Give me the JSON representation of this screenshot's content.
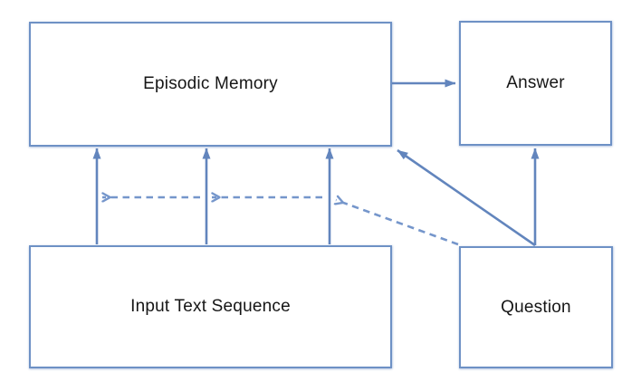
{
  "diagram": {
    "background": "#ffffff",
    "nodes": [
      {
        "id": "episodic-memory",
        "label": "Episodic Memory"
      },
      {
        "id": "answer",
        "label": "Answer"
      },
      {
        "id": "input-text-sequence",
        "label": "Input Text Sequence"
      },
      {
        "id": "question",
        "label": "Question"
      }
    ],
    "edges": [
      {
        "from": "input-text-sequence",
        "to": "episodic-memory",
        "style": "solid",
        "direction": "up",
        "count": 3
      },
      {
        "from": "episodic-memory",
        "to": "answer",
        "style": "solid",
        "direction": "right",
        "count": 1
      },
      {
        "from": "question",
        "to": "answer",
        "style": "solid",
        "direction": "up",
        "count": 1
      },
      {
        "from": "question",
        "to": "episodic-memory",
        "style": "solid",
        "direction": "diagonal-up-left",
        "count": 1
      },
      {
        "from": "question",
        "to": "input-arrow-3",
        "style": "dashed",
        "direction": "diagonal-up-left",
        "count": 1
      },
      {
        "from": "input-arrow-3",
        "to": "input-arrow-2",
        "style": "dashed",
        "direction": "left",
        "count": 1
      },
      {
        "from": "input-arrow-2",
        "to": "input-arrow-1",
        "style": "dashed",
        "direction": "left",
        "count": 1
      }
    ],
    "colors": {
      "box_border": "#6e91c5",
      "solid_arrow": "#6285bd",
      "dashed_arrow": "#7596cb",
      "text": "#161616",
      "background": "#ffffff"
    }
  }
}
